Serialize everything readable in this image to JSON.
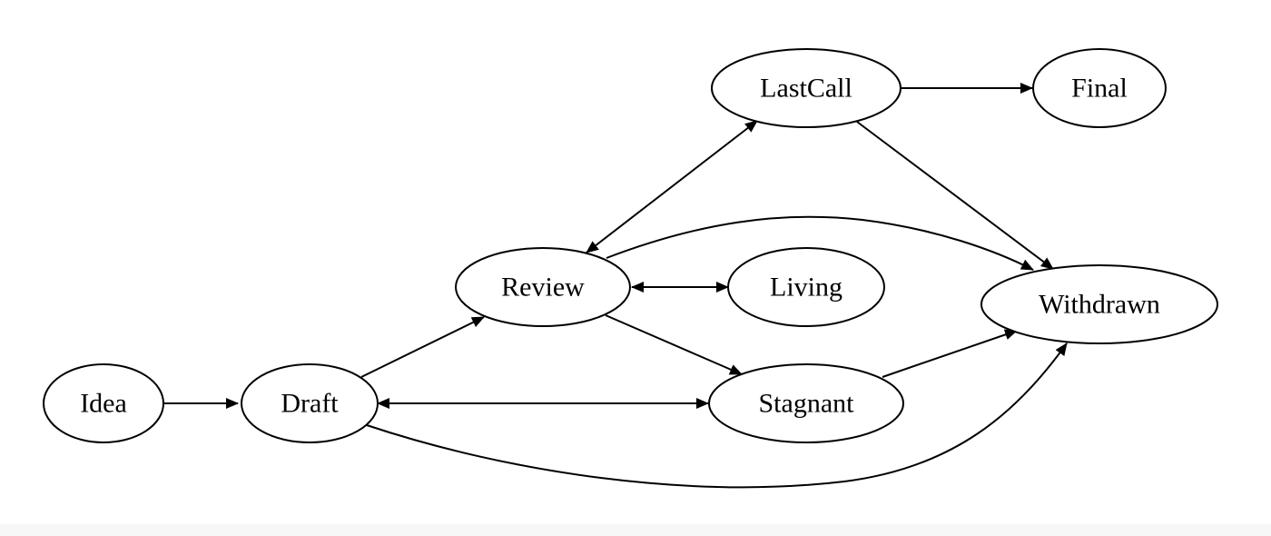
{
  "diagram": {
    "type": "directed-graph",
    "line_color": "#000000",
    "node_fill": "#ffffff",
    "nodes": [
      {
        "id": "Idea",
        "label": "Idea"
      },
      {
        "id": "Draft",
        "label": "Draft"
      },
      {
        "id": "Review",
        "label": "Review"
      },
      {
        "id": "Living",
        "label": "Living"
      },
      {
        "id": "LastCall",
        "label": "LastCall"
      },
      {
        "id": "Final",
        "label": "Final"
      },
      {
        "id": "Stagnant",
        "label": "Stagnant"
      },
      {
        "id": "Withdrawn",
        "label": "Withdrawn"
      }
    ],
    "edges": [
      {
        "from": "Idea",
        "to": "Draft",
        "bidirectional": false
      },
      {
        "from": "Draft",
        "to": "Review",
        "bidirectional": false
      },
      {
        "from": "Draft",
        "to": "Stagnant",
        "bidirectional": true
      },
      {
        "from": "Draft",
        "to": "Withdrawn",
        "bidirectional": false
      },
      {
        "from": "Review",
        "to": "Living",
        "bidirectional": true
      },
      {
        "from": "Review",
        "to": "LastCall",
        "bidirectional": true
      },
      {
        "from": "Review",
        "to": "Stagnant",
        "bidirectional": false
      },
      {
        "from": "Review",
        "to": "Withdrawn",
        "bidirectional": false
      },
      {
        "from": "LastCall",
        "to": "Final",
        "bidirectional": false
      },
      {
        "from": "LastCall",
        "to": "Withdrawn",
        "bidirectional": false
      },
      {
        "from": "Stagnant",
        "to": "Withdrawn",
        "bidirectional": false
      }
    ]
  }
}
